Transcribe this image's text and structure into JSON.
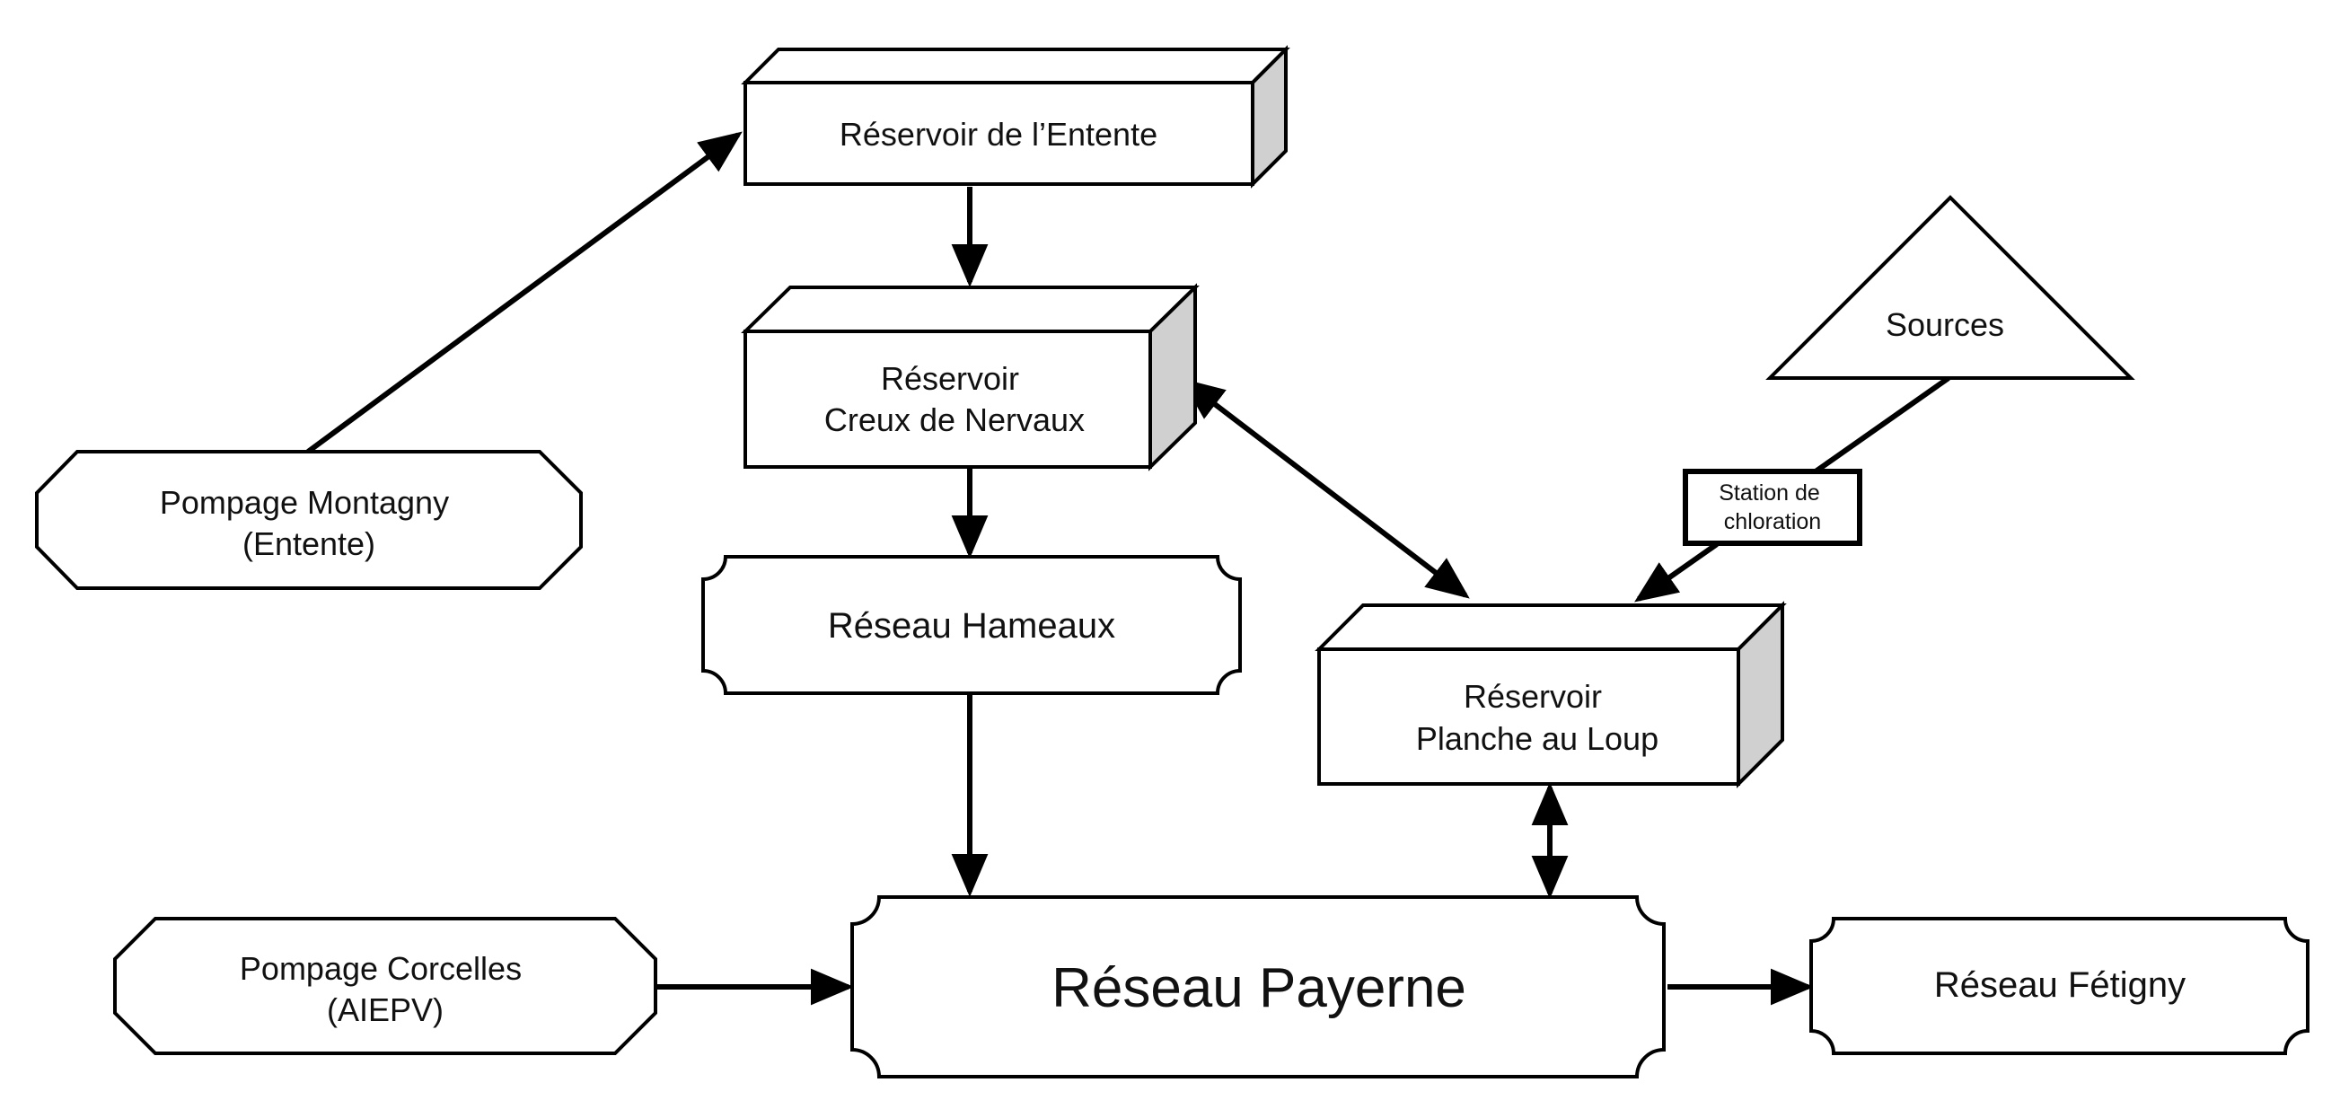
{
  "nodes": {
    "reservoir_entente": [
      "Réservoir de l’Entente"
    ],
    "reservoir_creux": [
      "Réservoir",
      "Creux de Nervaux"
    ],
    "pompage_montagny": [
      "Pompage Montagny",
      "(Entente)"
    ],
    "reseau_hameaux": [
      "Réseau Hameaux"
    ],
    "sources": [
      "Sources"
    ],
    "station_chloration": [
      "Station de",
      "chloration"
    ],
    "reservoir_planche": [
      "Réservoir",
      "Planche au Loup"
    ],
    "pompage_corcelles": [
      "Pompage Corcelles",
      "(AIEPV)"
    ],
    "reseau_payerne": [
      "Réseau Payerne"
    ],
    "reseau_fetigny": [
      "Réseau Fétigny"
    ]
  },
  "colors": {
    "line": "#000000",
    "box_fill": "#ffffff",
    "box_side": "#d0d0d0"
  }
}
